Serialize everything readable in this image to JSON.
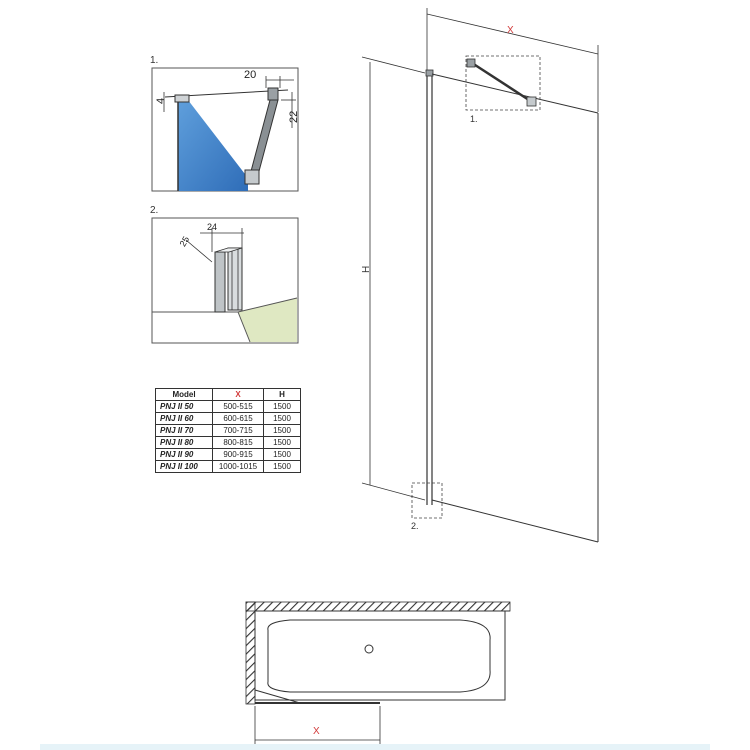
{
  "detail1": {
    "number": "1.",
    "dim_top": "20",
    "dim_left": "4",
    "dim_right": "22"
  },
  "detail2": {
    "number": "2.",
    "dim_a": "25",
    "dim_b": "24"
  },
  "main": {
    "x_label": "X",
    "h_label": "H",
    "callout_1": "1.",
    "callout_2": "2."
  },
  "plan": {
    "x_label": "X"
  },
  "table": {
    "headers": [
      "Model",
      "X",
      "H"
    ],
    "rows": [
      [
        "PNJ II 50",
        "500-515",
        "1500"
      ],
      [
        "PNJ II 60",
        "600-615",
        "1500"
      ],
      [
        "PNJ II 70",
        "700-715",
        "1500"
      ],
      [
        "PNJ II 80",
        "800-815",
        "1500"
      ],
      [
        "PNJ II 90",
        "900-915",
        "1500"
      ],
      [
        "PNJ II 100",
        "1000-1015",
        "1500"
      ]
    ]
  },
  "colors": {
    "dimension_mark": "#d23b3b",
    "glass_blue": "#3b7fc9",
    "floor_green": "#dfe8c2",
    "line": "#333333"
  }
}
